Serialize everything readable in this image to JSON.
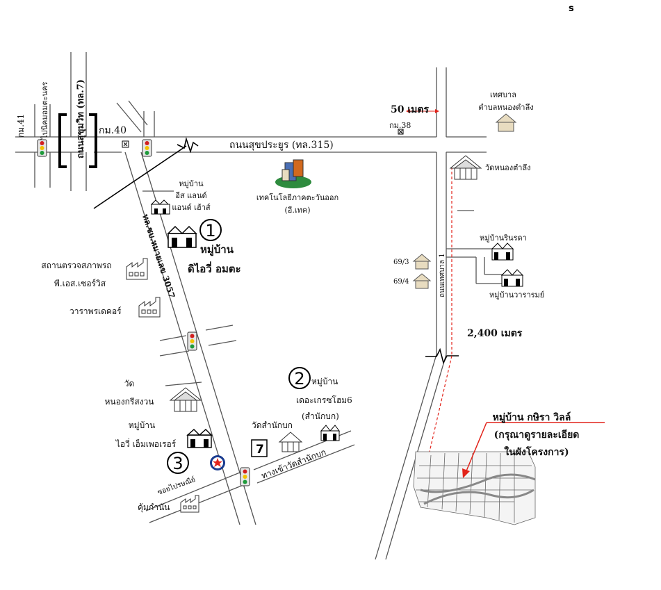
{
  "compass": {
    "letter": "s"
  },
  "roads": {
    "km41": "กม.41",
    "bypass_route": "ไปนิคมอมตะนคร",
    "sukhumvit_label": "ถนนสุขุมวิท (ทล.7)",
    "km40": "กม.40",
    "sukhaprayoon": "ถนนสุขประยูร (ทล.315)",
    "km38": "กม.38",
    "route3057": "ทล.ชบ.หมายเลข 3057",
    "wat_entrance": "ทางเข้าวัดสำนักบก",
    "soi": "ซอยไปรษณีย์",
    "local_road": "ถนนเทศบาล 1"
  },
  "distances": {
    "fifty_m": "50 เมตร",
    "twentyfour_hundred_m": "2,400 เมตร"
  },
  "places": {
    "municipality_line1": "เทศบาล",
    "municipality_line2": "ตำบลหนองตำลึง",
    "wat_nongtamlueng": "วัดหนองตำลึง",
    "etech_line1": "เทคโนโลยีภาคตะวันออก",
    "etech_line2": "(อี.เทค)",
    "east_land_line1": "หมู่บ้าน",
    "east_land_line2": "อีส แลนด์",
    "east_land_line3": "แอนด์ เฮ้าส์",
    "marker1": "1",
    "dvi_line1": "หมู่บ้าน",
    "dvi_line2": "ดิไอวี่ อมตะ",
    "inspection_line1": "สถานตรวจสภาพรถ",
    "inspection_line2": "พี.เอส.เซอร์วิส",
    "decor": "วาราพรเดคอร์",
    "rinrada": "หมู่บ้านรินรดา",
    "waram": "หมู่บ้านวารารมย์",
    "house693": "69/3",
    "house694": "69/4",
    "marker2": "2",
    "gracehome_line1": "หมู่บ้าน",
    "gracehome_line2": "เดอะเกรซโฮม6",
    "gracehome_line3": "(สำนักบก)",
    "wat_samnakbok": "วัดสำนักบก",
    "wat_nongkrisong_line1": "วัด",
    "wat_nongkrisong_line2": "หนองกรีสงวน",
    "ivy_line1": "หมู่บ้าน",
    "ivy_line2": "ไอวี่ เอ็มเพอเรอร์",
    "marker3": "3",
    "kum_kamnan": "คุ้มกำนัน",
    "kasira_line1": "หมู่บ้าน กษิรา วิลล์",
    "kasira_line2": "(กรุณาดูรายละเอียด",
    "kasira_line3": "ในผังโครงการ)"
  },
  "colors": {
    "route_red": "#e2231a",
    "traffic_red": "#d21f1f",
    "traffic_yellow": "#f2c200",
    "traffic_green": "#1e9b3b",
    "building_tan": "#e8dcc0",
    "etech_green": "#2e8b3e"
  }
}
